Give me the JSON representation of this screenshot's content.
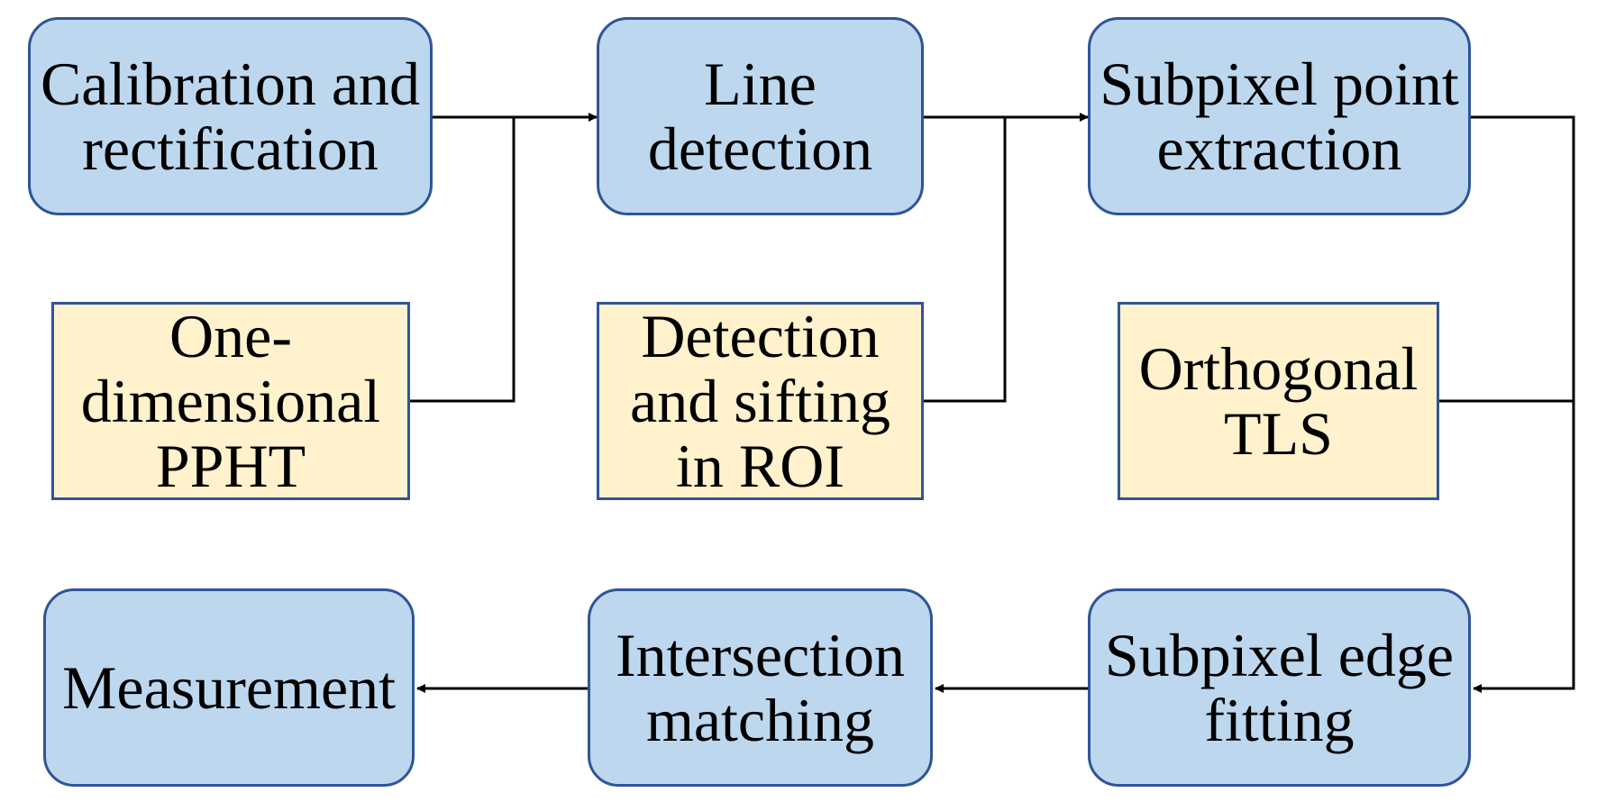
{
  "diagram": {
    "colors": {
      "process_fill": "#bdd7ee",
      "method_fill": "#fff2cc",
      "border": "#2f5597",
      "connector": "#000000"
    },
    "process_steps": {
      "calibration": "Calibration and\nrectification",
      "line_detection": "Line\ndetection",
      "subpixel_point": "Subpixel point\nextraction",
      "subpixel_edge": "Subpixel edge\nfitting",
      "intersection": "Intersection\nmatching",
      "measurement": "Measurement"
    },
    "methods": {
      "pppht": "One-\ndimensional\nPPHT",
      "roi": "Detection\nand sifting\nin ROI",
      "tls": "Orthogonal\nTLS"
    }
  }
}
